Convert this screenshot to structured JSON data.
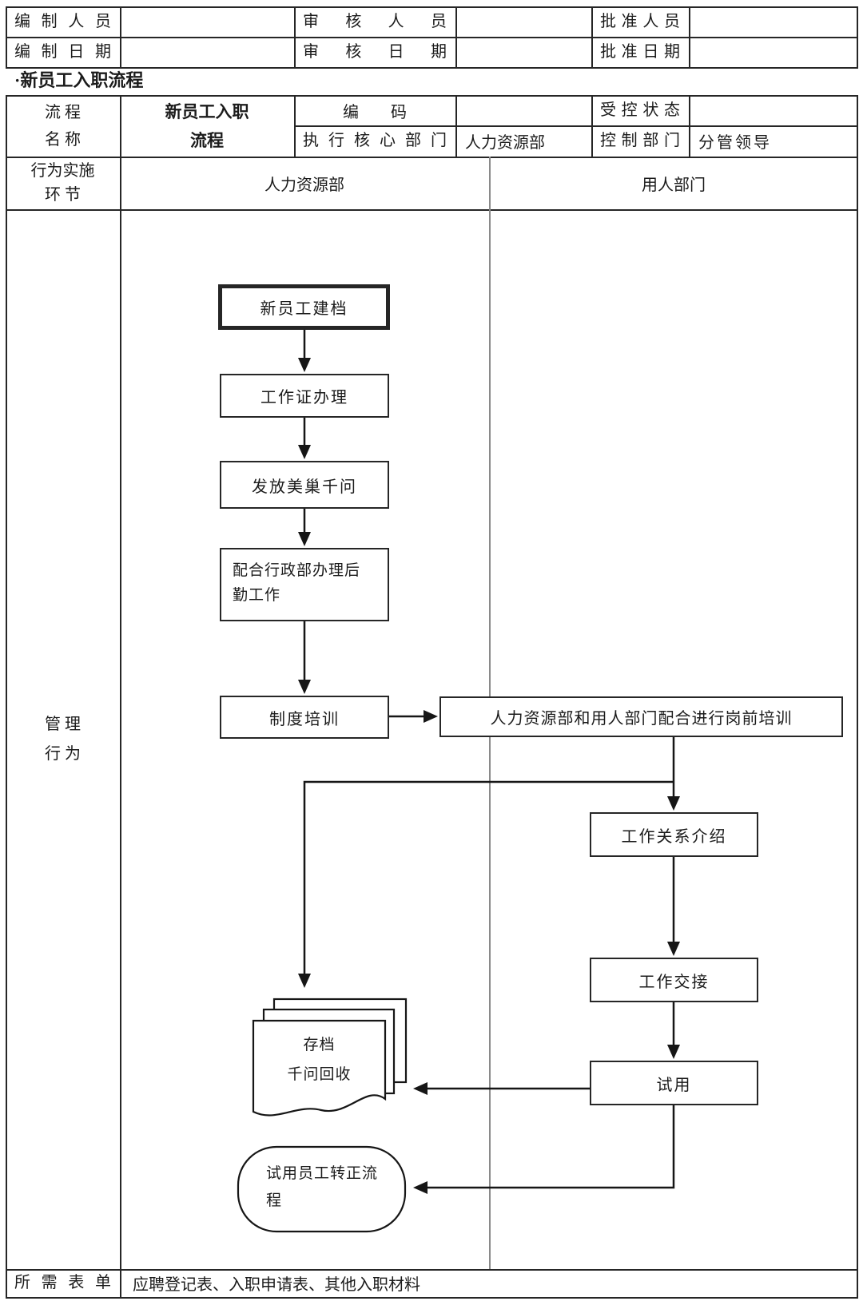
{
  "page": {
    "colors": {
      "line": "#262626",
      "lane_divider": "#8a8a8a",
      "background": "#ffffff",
      "text": "#1b1b1b"
    }
  },
  "meta_table": {
    "rows": [
      {
        "label1": "编制人员",
        "value1": "",
        "label2": "审核人员",
        "value2": "",
        "label3": "批准人员",
        "value3": ""
      },
      {
        "label1": "编制日期",
        "value1": "",
        "label2": "审核日期",
        "value2": "",
        "label3": "批准日期",
        "value3": ""
      }
    ]
  },
  "heading": {
    "label": "·新员工入职流程"
  },
  "process_header": {
    "name_label": "流 程\n名 称",
    "name_value": "新员工入职\n流程",
    "code_label": "编　　码",
    "code_value": "",
    "controlled_label": "受控状态",
    "controlled_value": "",
    "exec_label": "执行核心部门",
    "exec_value": "人力资源部",
    "control_label": "控制部门",
    "control_value": "分管领导"
  },
  "lanes": {
    "stage_label": "行为实施\n环 节",
    "left_lane": "人力资源部",
    "right_lane": "用人部门",
    "row_label": "管 理\n行 为"
  },
  "flow": {
    "n1": "新员工建档",
    "n2": "工作证办理",
    "n3": "发放美巢千问",
    "n4": "配合行政部办理后\n勤工作",
    "n5": "制度培训",
    "n6": "人力资源部和用人部门配合进行岗前培训",
    "n7": "工作关系介绍",
    "n8": "工作交接",
    "n9": "试用",
    "doc": "存档\n千问回收",
    "terminal": "试用员工转正流\n程"
  },
  "footer": {
    "label": "所需表单",
    "value": "应聘登记表、入职申请表、其他入职材料"
  }
}
